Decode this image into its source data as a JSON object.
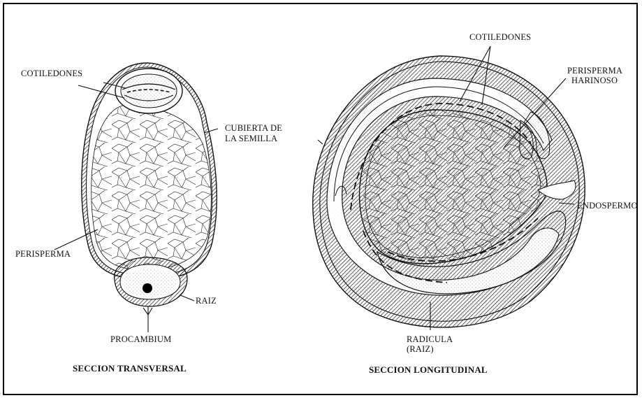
{
  "transversal": {
    "labels": {
      "cotiledones": "COTILEDONES",
      "cubierta_1": "CUBIERTA DE",
      "cubierta_2": "LA SEMILLA",
      "perisperma": "PERISPERMA",
      "raiz": "RAIZ",
      "procambium": "PROCAMBIUM"
    },
    "caption": "SECCION TRANSVERSAL"
  },
  "longitudinal": {
    "labels": {
      "cotiledones": "COTILEDONES",
      "perisperma_1": "PERISPERMA",
      "perisperma_2": "HARINOSO",
      "endospermo": "ENDOSPERMO",
      "radicula_1": "RADICULA",
      "radicula_2": "(RAIZ)"
    },
    "caption": "SECCION LONGITUDINAL"
  },
  "colors": {
    "ink": "#111111",
    "paper": "#ffffff",
    "stipple": "#b8b8b8"
  }
}
